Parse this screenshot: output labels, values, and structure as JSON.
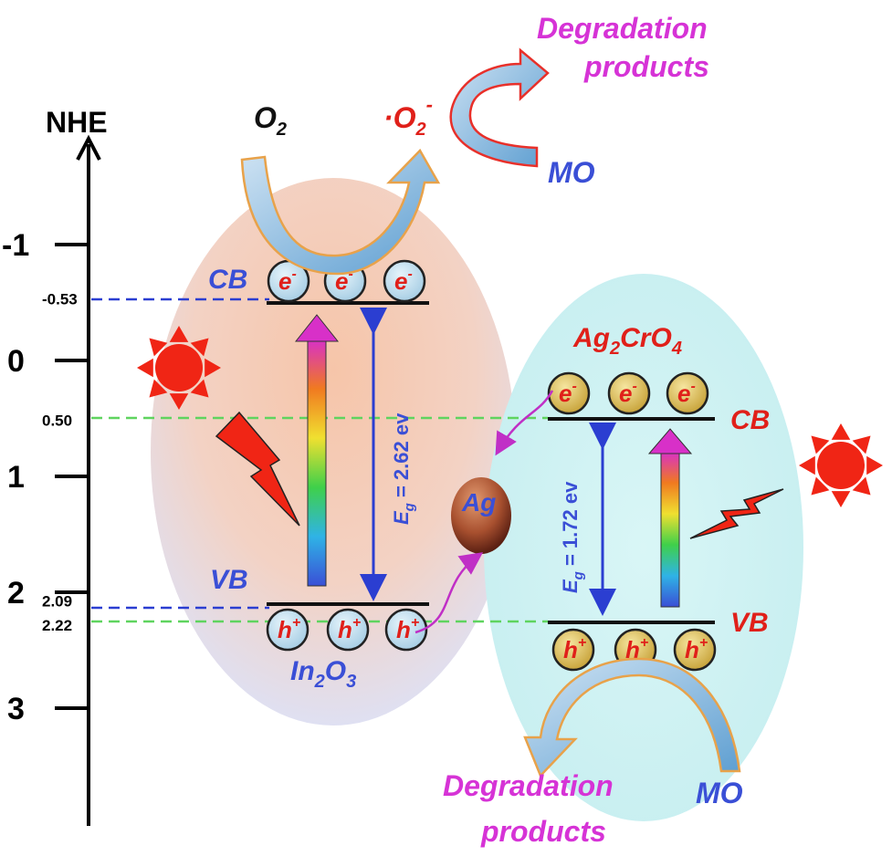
{
  "axis": {
    "title": "NHE",
    "major_ticks": [
      {
        "label": "-1",
        "value": -1
      },
      {
        "label": "0",
        "value": 0
      },
      {
        "label": "1",
        "value": 1
      },
      {
        "label": "2",
        "value": 2
      },
      {
        "label": "3",
        "value": 3
      }
    ],
    "minor_labels": [
      {
        "label": "-0.53",
        "value": -0.53
      },
      {
        "label": "0.50",
        "value": 0.5
      },
      {
        "label": "2.09",
        "value": 2.09
      },
      {
        "label": "2.22",
        "value": 2.22
      }
    ]
  },
  "in2o3": {
    "name_main": "In",
    "name_sub1": "2",
    "name_mid": "O",
    "name_sub2": "3",
    "cb_label": "CB",
    "vb_label": "VB",
    "cb_potential": -0.53,
    "vb_potential": 2.09,
    "bandgap_label": "E",
    "bandgap_sub": "g",
    "bandgap_value": " = 2.62 ev",
    "electron": "e",
    "electron_sup": "-",
    "hole": "h",
    "hole_sup": "+",
    "oxygen": "O",
    "oxygen_sub": "2",
    "superoxide": "·O",
    "superoxide_sub": "2",
    "superoxide_sup": "-",
    "pollutant": "MO",
    "products_line1": "Degradation",
    "products_line2": "products"
  },
  "ag2cro4": {
    "name_a": "Ag",
    "name_sub": "2",
    "name_b": "CrO",
    "name_sub2": "4",
    "cb_label": "CB",
    "vb_label": "VB",
    "cb_potential": 0.5,
    "vb_potential": 2.22,
    "bandgap_label": "E",
    "bandgap_sub": "g",
    "bandgap_value": " = 1.72 ev",
    "electron": "e",
    "electron_sup": "-",
    "hole": "h",
    "hole_sup": "+",
    "pollutant": "MO",
    "products_line1": "Degradation",
    "products_line2": "products"
  },
  "mediator": {
    "label": "Ag"
  },
  "colors": {
    "in2o3_label": "#3a4fd6",
    "ag2cro4_label": "#e0201a",
    "cb_label_in2o3": "#3a4fd6",
    "products": "#d633d6",
    "pollutant": "#3a4fd6",
    "charge": "#e0201a",
    "dash_blue": "#2b3ed1",
    "dash_green": "#5fd45f"
  }
}
